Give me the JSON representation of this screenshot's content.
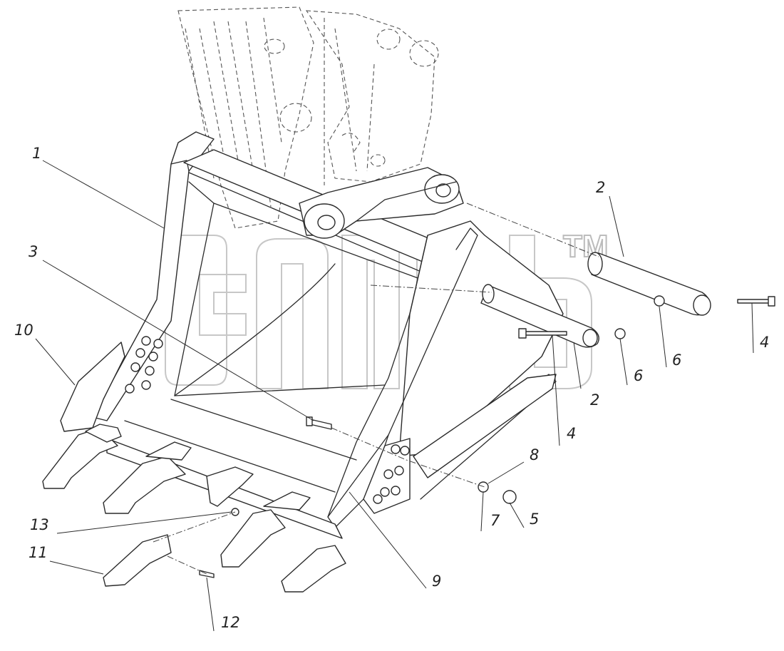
{
  "diagram": {
    "callouts": [
      {
        "id": "c1",
        "label": "1"
      },
      {
        "id": "c2a",
        "label": "2"
      },
      {
        "id": "c2b",
        "label": "2"
      },
      {
        "id": "c3",
        "label": "3"
      },
      {
        "id": "c4a",
        "label": "4"
      },
      {
        "id": "c4b",
        "label": "4"
      },
      {
        "id": "c5",
        "label": "5"
      },
      {
        "id": "c6a",
        "label": "6"
      },
      {
        "id": "c6b",
        "label": "6"
      },
      {
        "id": "c7",
        "label": "7"
      },
      {
        "id": "c8",
        "label": "8"
      },
      {
        "id": "c9",
        "label": "9"
      },
      {
        "id": "c10",
        "label": "10"
      },
      {
        "id": "c11",
        "label": "11"
      },
      {
        "id": "c12",
        "label": "12"
      },
      {
        "id": "c13",
        "label": "13"
      }
    ],
    "watermark": {
      "trademark": "TM"
    }
  }
}
